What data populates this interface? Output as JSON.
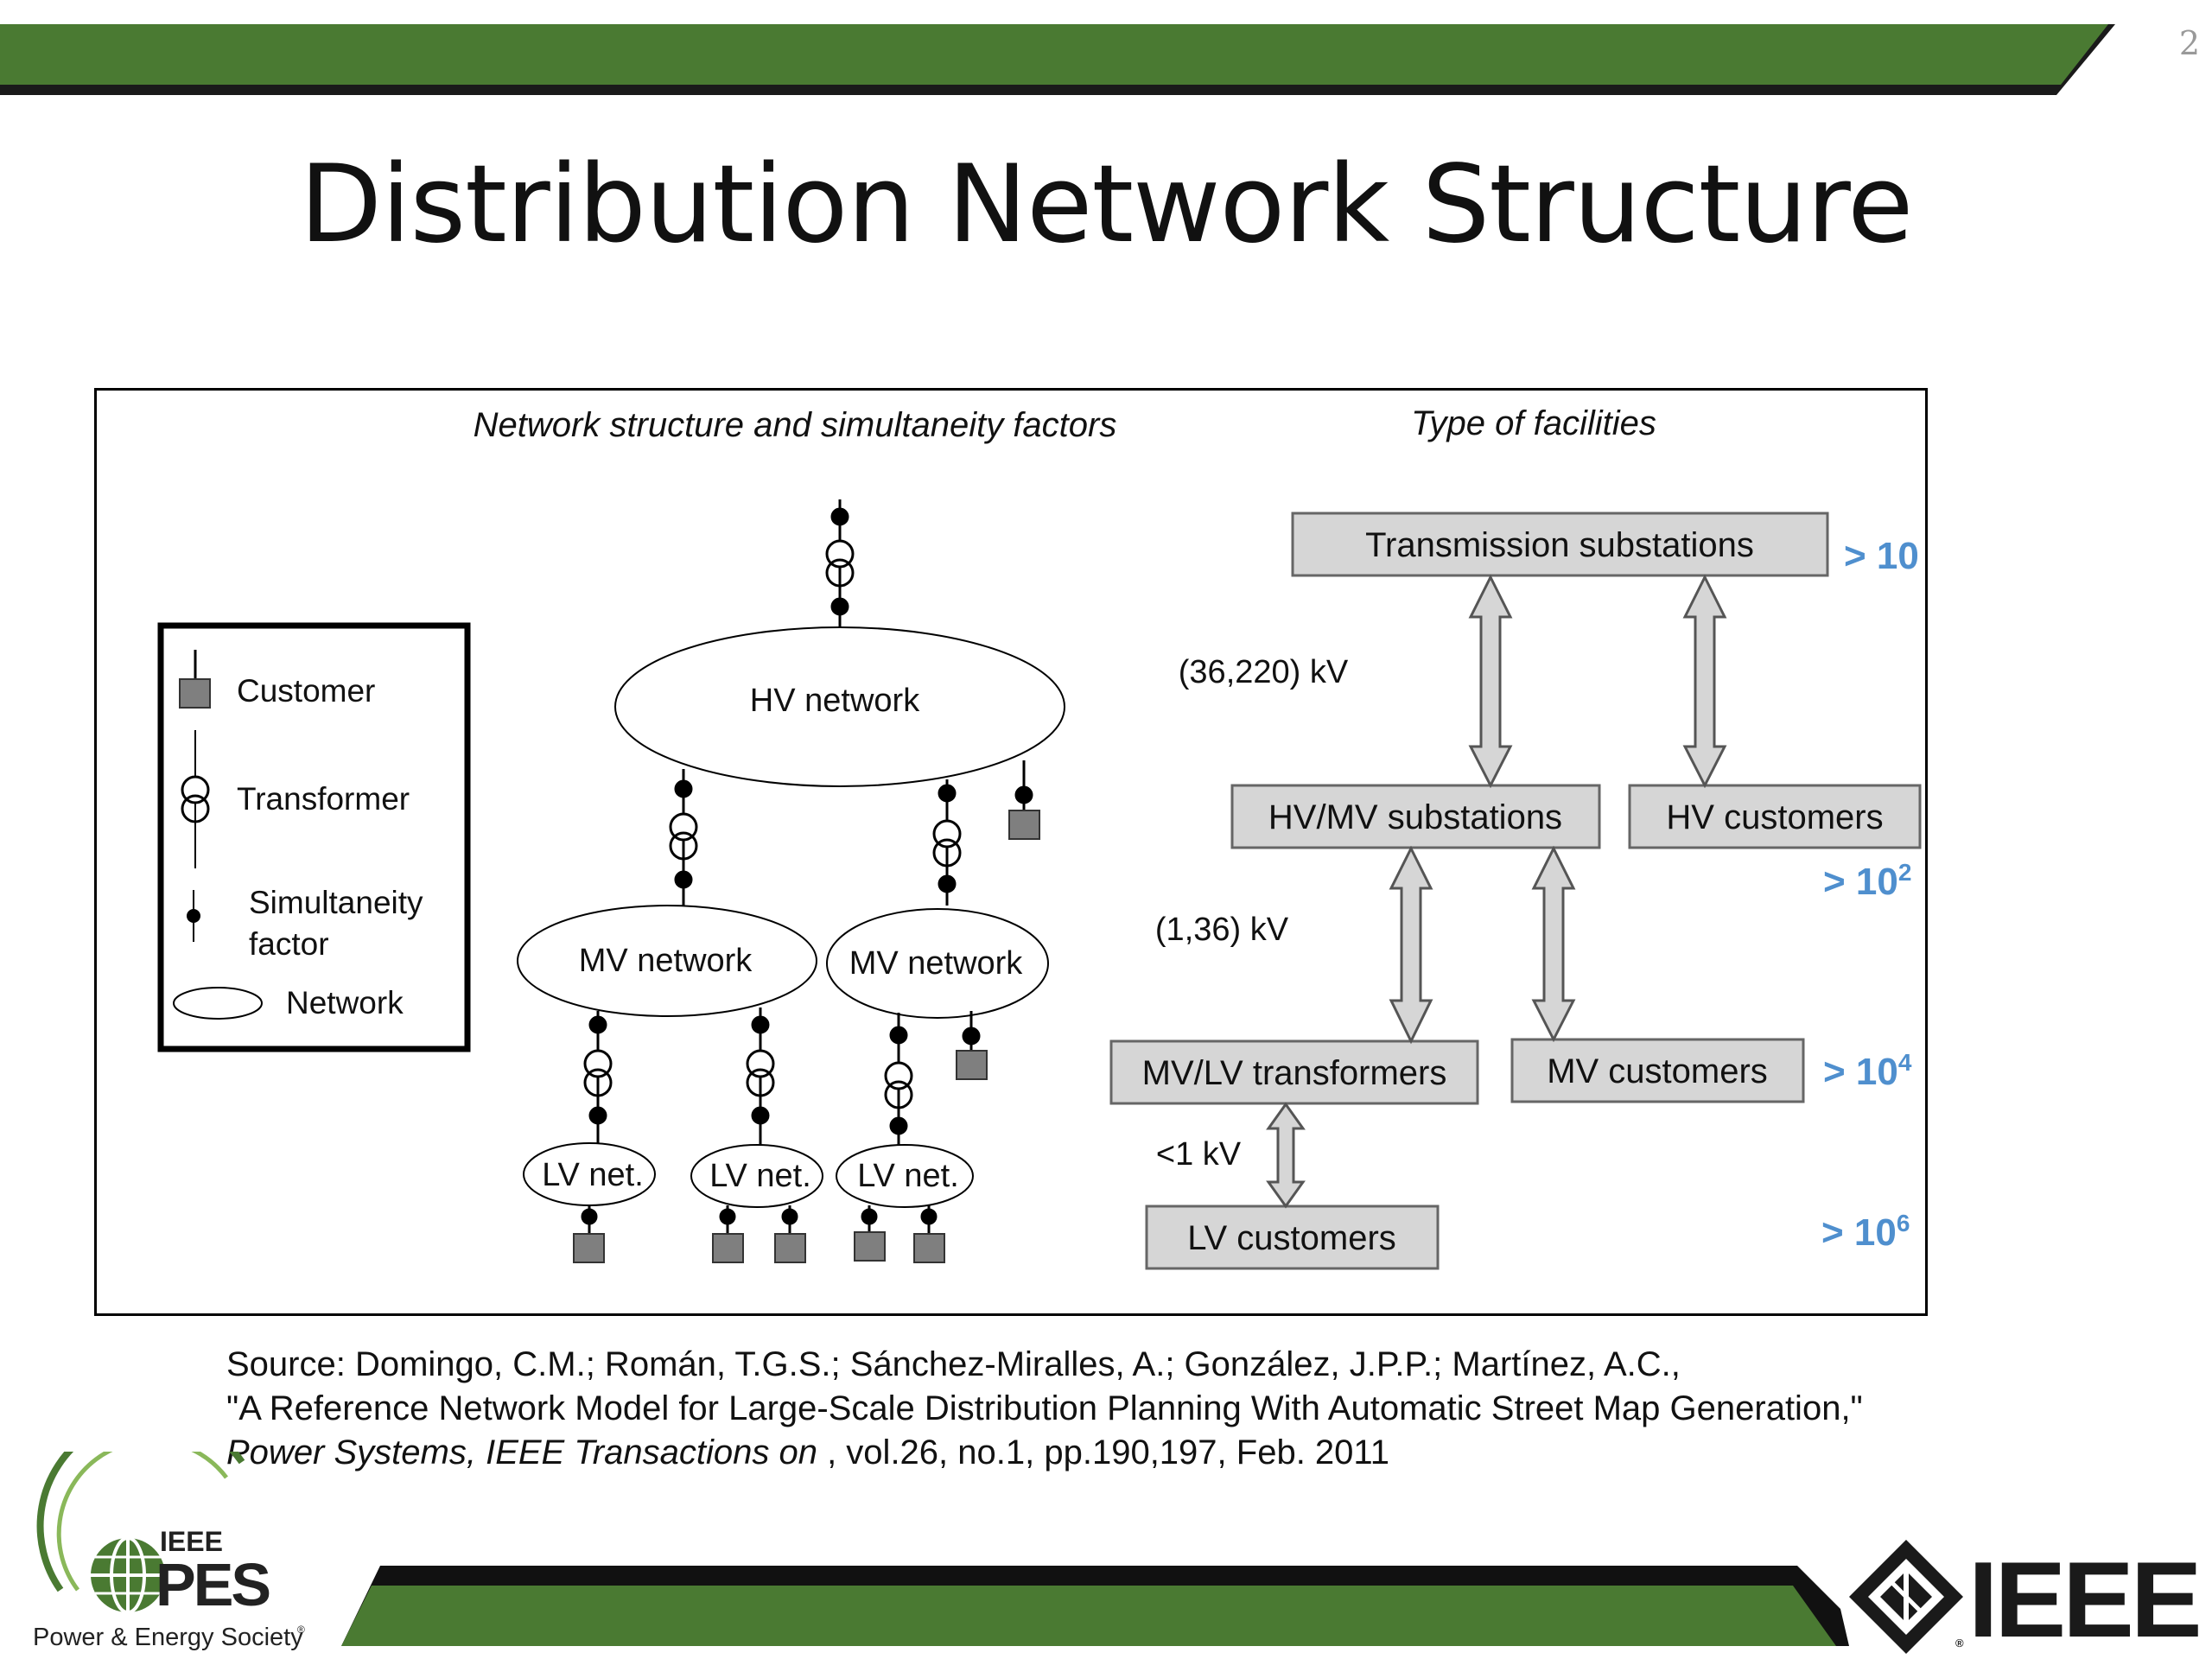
{
  "slide": {
    "title": "Distribution Network Structure",
    "page_number": "2"
  },
  "colors": {
    "banner_green": "#4a7a32",
    "box_fill": "#d6d6d6",
    "order_blue": "#4f8fce"
  },
  "diagram": {
    "left_heading": "Network structure and simultaneity factors",
    "right_heading": "Type of facilities",
    "legend": {
      "customer": "Customer",
      "transformer": "Transformer",
      "simultaneity_1": "Simultaneity",
      "simultaneity_2": "factor",
      "network": "Network"
    },
    "networks": {
      "hv": "HV network",
      "mv": "MV network",
      "lv": "LV net."
    },
    "facilities": {
      "transmission": "Transmission substations",
      "hvmv": "HV/MV substations",
      "hv_customers": "HV customers",
      "mvlv": "MV/LV transformers",
      "mv_customers": "MV customers",
      "lv_customers": "LV customers"
    },
    "voltages": {
      "high": "(36,220) kV",
      "medium": "(1,36) kV",
      "low": "<1 kV"
    },
    "orders": [
      {
        "prefix": "> 10",
        "exp": ""
      },
      {
        "prefix": "> 10",
        "exp": "2"
      },
      {
        "prefix": "> 10",
        "exp": "4"
      },
      {
        "prefix": "> 10",
        "exp": "6"
      }
    ]
  },
  "source": {
    "line1": "Source: Domingo, C.M.; Román, T.G.S.; Sánchez-Miralles, A.; González, J.P.P.; Martínez, A.C.,",
    "line2": "\"A Reference Network Model for Large-Scale Distribution Planning With Automatic Street Map Generation,\"",
    "journal": "Power Systems, IEEE Transactions on",
    "details": " , vol.26, no.1, pp.190,197, Feb. 2011"
  },
  "logos": {
    "ieee_small": "IEEE",
    "pes": "PES",
    "pes_tagline": "Power & Energy Society",
    "registered": "®",
    "ieee": "IEEE"
  }
}
